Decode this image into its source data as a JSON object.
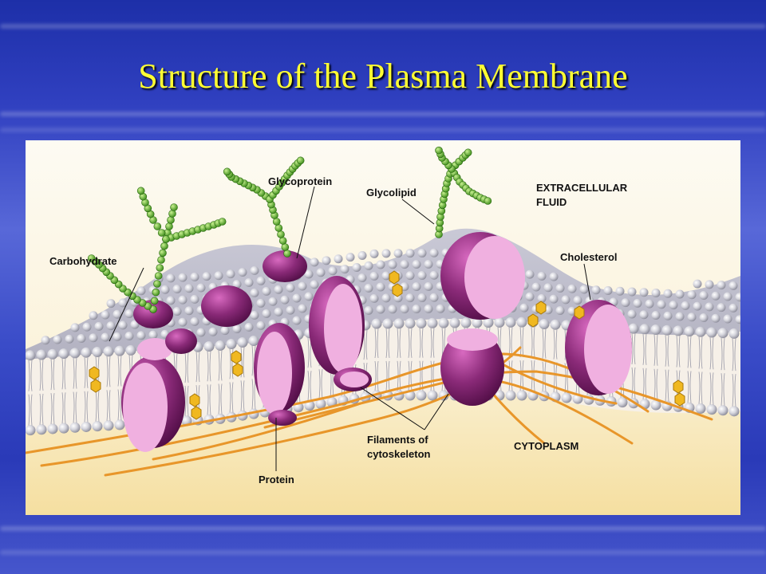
{
  "slide": {
    "title": "Structure of the Plasma Membrane"
  },
  "diagram": {
    "labels": {
      "glycoprotein": "Glycoprotein",
      "glycolipid": "Glycolipid",
      "extracellular_1": "EXTRACELLULAR",
      "extracellular_2": "FLUID",
      "carbohydrate": "Carbohydrate",
      "cholesterol": "Cholesterol",
      "filaments_1": "Filaments of",
      "filaments_2": "cytoskeleton",
      "cytoplasm": "CYTOPLASM",
      "protein": "Protein"
    },
    "colors": {
      "background_top": "#fdfbf3",
      "background_bottom": "#f5dfa0",
      "protein": "#8a2a78",
      "protein_cut": "#f0b0e0",
      "head": "#c8c8d0",
      "carbohydrate": "#6ab830",
      "cholesterol": "#f0b820",
      "filament": "#e8962a"
    }
  }
}
